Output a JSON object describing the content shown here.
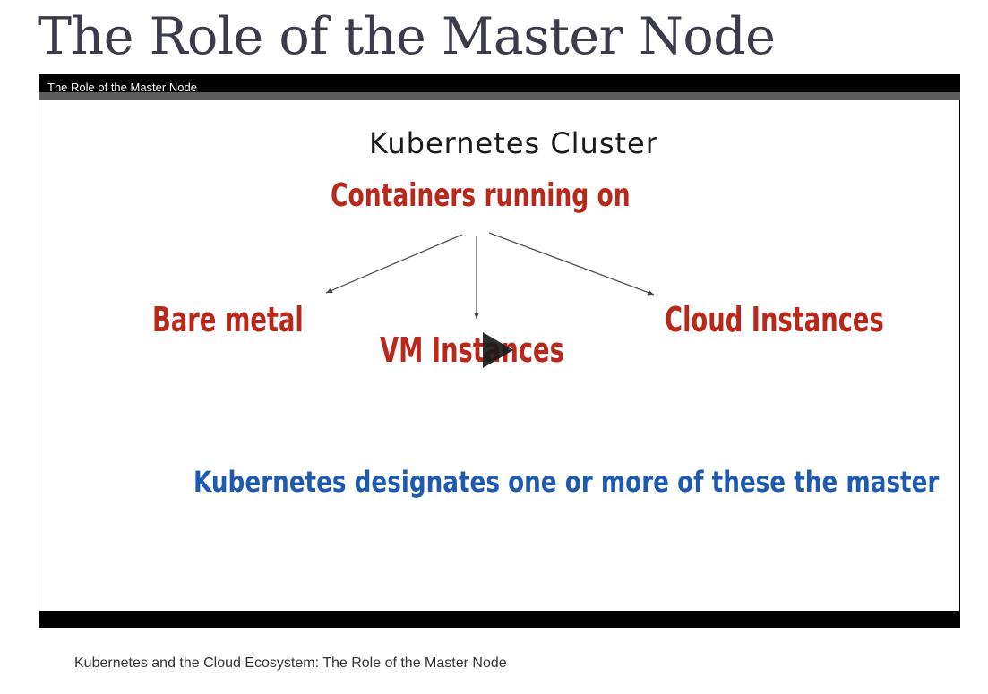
{
  "page": {
    "title": "The Role of the Master Node"
  },
  "video": {
    "title": "The Role of the Master Node",
    "play_icon": "play-icon",
    "slide": {
      "heading": "Kubernetes Cluster",
      "subheading": "Containers running on",
      "options": {
        "bare_metal": "Bare metal",
        "vm_instances": "VM Instances",
        "cloud_instances": "Cloud Instances"
      },
      "caption": "Kubernetes designates one or more of these the master"
    },
    "colors": {
      "heading": "#1a1a1a",
      "red_text": "#b8291c",
      "blue_text": "#1d5ab0"
    }
  },
  "caption": "Kubernetes and the Cloud Ecosystem: The Role of the Master Node"
}
